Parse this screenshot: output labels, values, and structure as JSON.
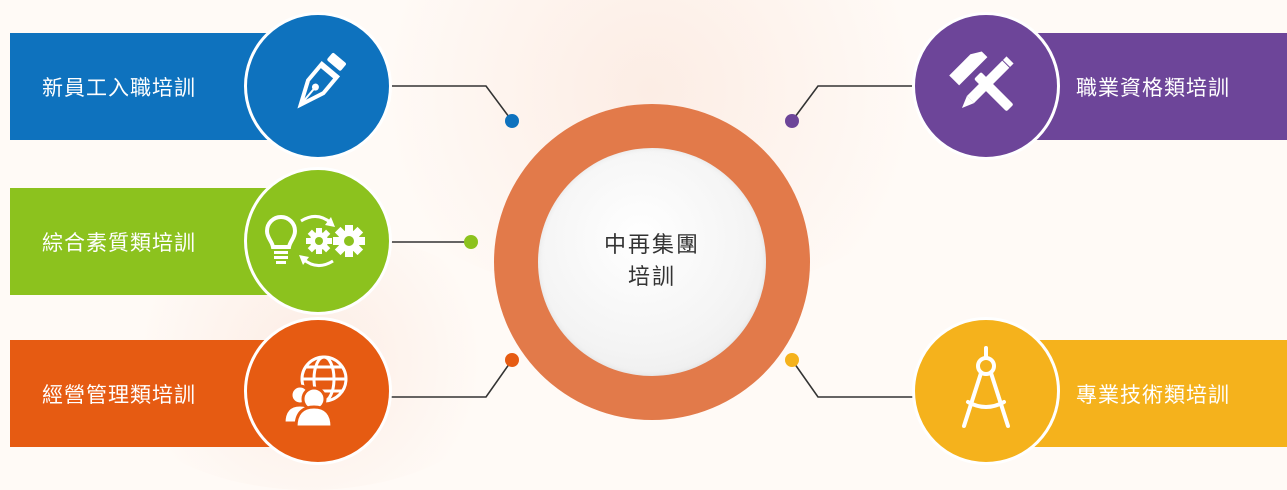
{
  "center": {
    "line1": "中再集團",
    "line2": "培訓"
  },
  "items": [
    {
      "label": "新員工入職培訓",
      "color": "#0e72be",
      "icon": "fountain-pen-icon"
    },
    {
      "label": "綜合素質類培訓",
      "color": "#8cc21e",
      "icon": "lightbulb-gears-icon"
    },
    {
      "label": "經營管理類培訓",
      "color": "#e65b12",
      "icon": "globe-users-icon"
    },
    {
      "label": "職業資格類培訓",
      "color": "#6d4599",
      "icon": "hammer-pencil-icon"
    },
    {
      "label": "專業技術類培訓",
      "color": "#f5b21c",
      "icon": "compass-icon"
    }
  ],
  "colors": {
    "center_ring": "#e27a4a",
    "connector": "#333333"
  }
}
